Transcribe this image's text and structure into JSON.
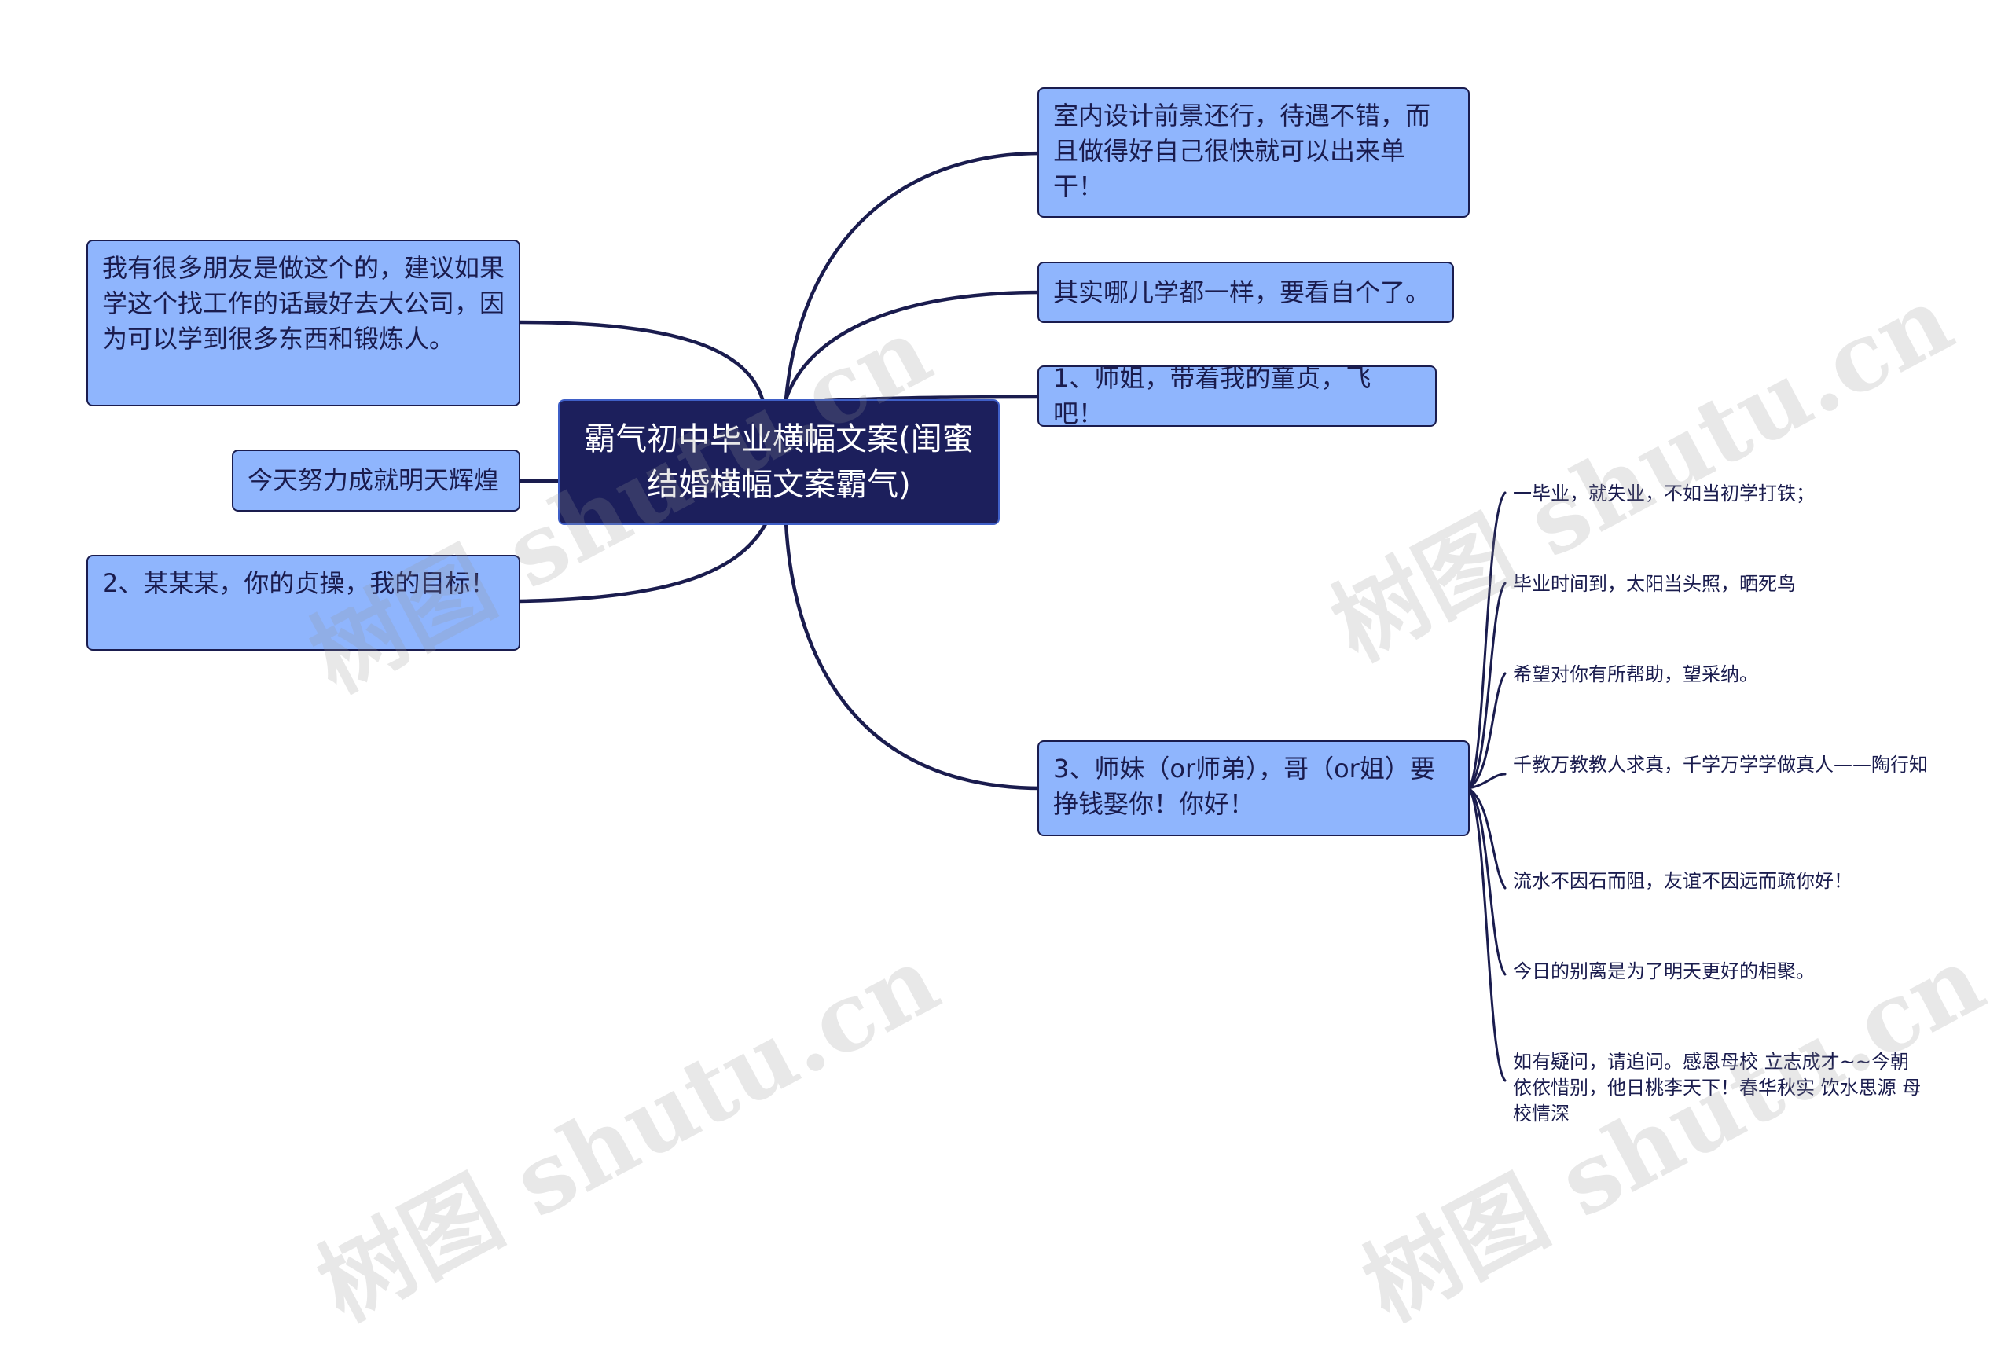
{
  "root": {
    "title": "霸气初中毕业横幅文案(闺蜜结婚横幅文案霸气)"
  },
  "left_branches": [
    {
      "text": "我有很多朋友是做这个的，建议如果学这个找工作的话最好去大公司，因为可以学到很多东西和锻炼人。"
    },
    {
      "text": "今天努力成就明天辉煌"
    },
    {
      "text": "2、某某某，你的贞操，我的目标！"
    }
  ],
  "right_branches": [
    {
      "text": "室内设计前景还行，待遇不错，而且做得好自己很快就可以出来单干！"
    },
    {
      "text": "其实哪儿学都一样，要看自个了。"
    },
    {
      "text": "1、师姐，带着我的童贞，飞吧！"
    },
    {
      "text": "3、师妹（or师弟），哥（or姐）要挣钱娶你！你好！"
    }
  ],
  "leaves": [
    {
      "text": "一毕业，就失业，不如当初学打铁；"
    },
    {
      "text": "毕业时间到，太阳当头照，晒死鸟"
    },
    {
      "text": "希望对你有所帮助，望采纳。"
    },
    {
      "text": "千教万教教人求真，千学万学学做真人——陶行知"
    },
    {
      "text": "流水不因石而阻，友谊不因远而疏你好！"
    },
    {
      "text": "今日的别离是为了明天更好的相聚。"
    },
    {
      "text": "如有疑问，请追问。感恩母校 立志成才~~今朝依依惜别，他日桃李天下！春华秋实 饮水思源 母校情深"
    }
  ],
  "watermarks": [
    "树图 shutu.cn",
    "树图 shutu.cn",
    "树图 shutu.cn",
    "树图 shutu.cn"
  ],
  "colors": {
    "root_bg": "#1c1f5c",
    "node_bg": "#8fb5fd",
    "line": "#1a1c4e"
  }
}
